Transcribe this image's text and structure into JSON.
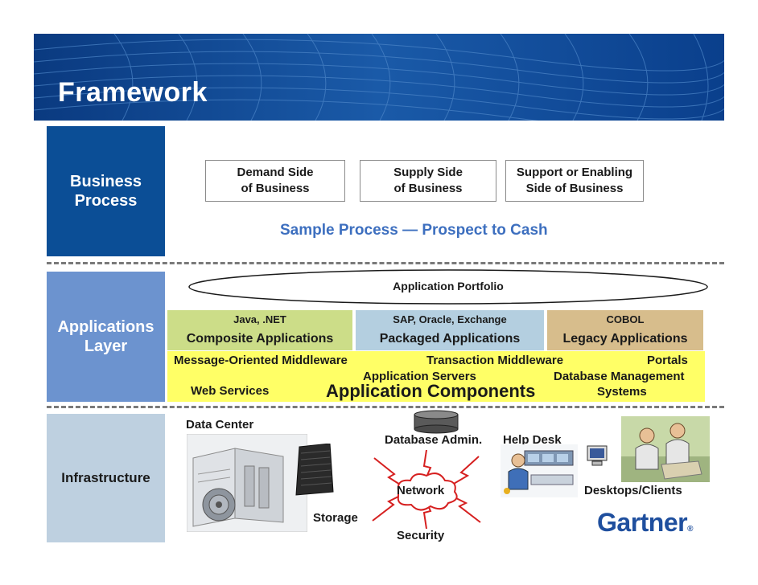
{
  "header": {
    "title": "Framework"
  },
  "layers": {
    "business": "Business Process",
    "applications": "Applications Layer",
    "infrastructure": "Infrastructure"
  },
  "business_process": {
    "boxes": [
      {
        "line1": "Demand Side",
        "line2": "of Business"
      },
      {
        "line1": "Supply Side",
        "line2": "of Business"
      },
      {
        "line1": "Support or Enabling",
        "line2": "Side of Business"
      }
    ],
    "sample_process": "Sample Process — Prospect to Cash"
  },
  "applications": {
    "portfolio": "Application Portfolio",
    "tech_boxes": [
      {
        "top": "Java, .NET",
        "bottom": "Composite Applications",
        "color": "#ccdd88"
      },
      {
        "top": "SAP, Oracle, Exchange",
        "bottom": "Packaged Applications",
        "color": "#b4cfe0"
      },
      {
        "top": "COBOL",
        "bottom": "Legacy Applications",
        "color": "#d7bd8c"
      }
    ],
    "middleware": {
      "mom": "Message-Oriented Middleware",
      "tx": "Transaction Middleware",
      "portals": "Portals",
      "app_servers": "Application Servers",
      "db_mgmt_1": "Database Management",
      "web_services": "Web Services",
      "components": "Application Components",
      "db_mgmt_2": "Systems",
      "color": "#ffff66"
    }
  },
  "infrastructure": {
    "data_center": "Data Center",
    "database_admin": "Database Admin.",
    "help_desk": "Help Desk",
    "network": "Network",
    "desktops": "Desktops/Clients",
    "storage": "Storage",
    "security": "Security"
  },
  "logo": {
    "text": "Gartner",
    "mark": "®"
  }
}
